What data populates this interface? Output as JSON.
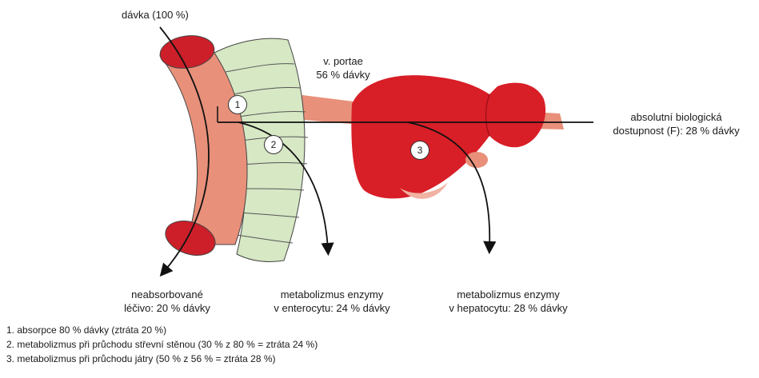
{
  "labels": {
    "dose": "dávka (100 %)",
    "portal_line1": "v. portae",
    "portal_line2": "56 % dávky",
    "bio_line1": "absolutní biologická",
    "bio_line2": "dostupnost (F): 28 % dávky",
    "unabsorbed_line1": "neabsorbované",
    "unabsorbed_line2": "léčivo: 20 % dávky",
    "enterocyte_line1": "metabolizmus enzymy",
    "enterocyte_line2": "v enterocytu: 24 % dávky",
    "hepatocyte_line1": "metabolizmus enzymy",
    "hepatocyte_line2": "v hepatocytu: 28 % dávky"
  },
  "markers": [
    "1",
    "2",
    "3"
  ],
  "notes": [
    "1. absorpce 80 % dávky (ztráta 20 %)",
    "2. metabolizmus při průchodu střevní stěnou (30 % z 80 % = ztráta 24 %)",
    "3. metabolizmus při průchodu játry (50 % z 56 % = ztráta 28 %)"
  ],
  "colors": {
    "intestine": "#e8907a",
    "intestine_end": "#cc1f2a",
    "wall": "#d6e8c4",
    "liver": "#d81e27",
    "portal_vein": "#e8907a",
    "line": "#111111"
  }
}
